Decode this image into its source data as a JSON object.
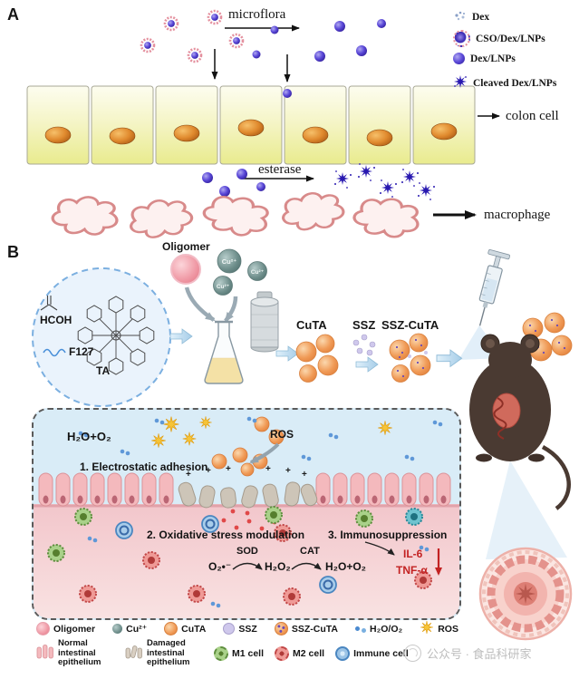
{
  "panelA": {
    "label": "A",
    "microflora_label": "microflora",
    "colon_cell_label": "colon cell",
    "esterase_label": "esterase",
    "macrophage_label": "macrophage",
    "legend": [
      {
        "label": "Dex"
      },
      {
        "label": "CSO/Dex/LNPs"
      },
      {
        "label": "Dex/LNPs"
      },
      {
        "label": "Cleaved Dex/LNPs"
      }
    ]
  },
  "panelB": {
    "label": "B",
    "oligomer_label": "Oligomer",
    "cu_label": "Cu²⁺",
    "hcoh_label": "HCOH",
    "f127_label": "F127",
    "ta_label": "TA",
    "cuta_label": "CuTA",
    "ssz_label": "SSZ",
    "ssz_cuta_label": "SSZ-CuTA",
    "mechanism": {
      "h2o_o2": "H₂O+O₂",
      "ros": "ROS",
      "step1": "1. Electrostatic adhesion",
      "charge": "+",
      "step2": "2. Oxidative stress modulation",
      "step3": "3. Immunosuppression",
      "superoxide": "O₂•⁻",
      "sod": "SOD",
      "h2o2": "H₂O₂",
      "cat": "CAT",
      "h2o_o2_product": "H₂O+O₂",
      "il6": "IL-6",
      "tnf": "TNF-α"
    },
    "legend_row1": [
      {
        "label": "Oligomer"
      },
      {
        "label": "Cu²⁺"
      },
      {
        "label": "CuTA"
      },
      {
        "label": "SSZ"
      },
      {
        "label": "SSZ-CuTA"
      },
      {
        "label": "H₂O/O₂"
      },
      {
        "label": "ROS"
      }
    ],
    "legend_row2": [
      {
        "label": "Normal intestinal epithelium"
      },
      {
        "label": "Damaged intestinal epithelium"
      },
      {
        "label": "M1 cell"
      },
      {
        "label": "M2 cell"
      },
      {
        "label": "Immune cell"
      }
    ]
  },
  "watermark": "公众号 · 食品科研家",
  "colors": {
    "cuta_orange": "#ef9a56",
    "ros_yellow": "#f6c437",
    "m1_green": "#5f8f3f",
    "m2_red": "#c24848",
    "immune_blue": "#4a86c0",
    "cytokine_red": "#c32222"
  }
}
